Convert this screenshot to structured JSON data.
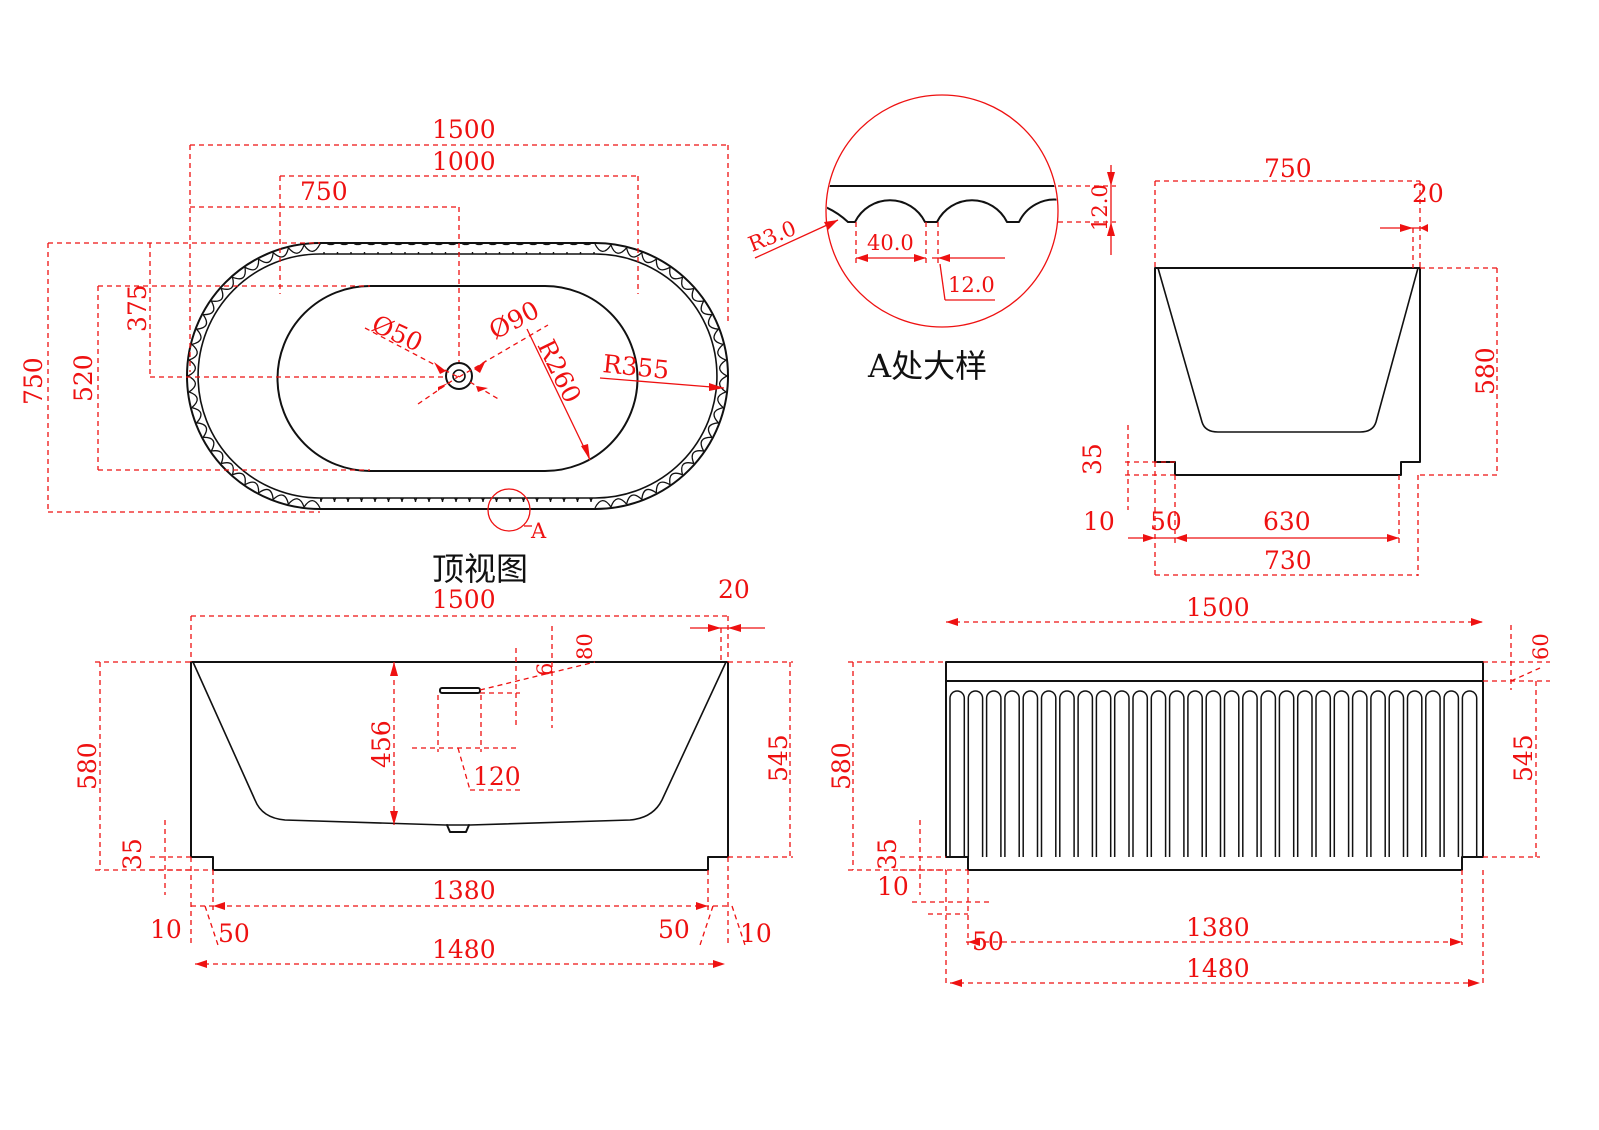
{
  "titles": {
    "top_view": "顶视图",
    "detail_a": "A处大样",
    "detail_marker": "A"
  },
  "top": {
    "d_1500": "1500",
    "d_1000": "1000",
    "d_750": "750",
    "d_750v": "750",
    "d_520": "520",
    "d_375": "375",
    "d_o50": "Ø50",
    "d_o90": "Ø90",
    "d_r260": "R260",
    "d_r355": "R355"
  },
  "detail": {
    "d_r30": "R3.0",
    "d_400": "40.0",
    "d_120a": "12.0",
    "d_120b": "12.0"
  },
  "end_view": {
    "d_750": "750",
    "d_20": "20",
    "d_580": "580",
    "d_35": "35",
    "d_10": "10",
    "d_50": "50",
    "d_630": "630",
    "d_730": "730"
  },
  "section": {
    "d_1500": "1500",
    "d_20": "20",
    "d_80": "80",
    "d_6": "6",
    "d_456": "456",
    "d_120": "120",
    "d_580": "580",
    "d_545": "545",
    "d_35": "35",
    "d_1380": "1380",
    "d_10l": "10",
    "d_50l": "50",
    "d_50r": "50",
    "d_10r": "10",
    "d_1480": "1480"
  },
  "side": {
    "d_1500": "1500",
    "d_60": "60",
    "d_580": "580",
    "d_545": "545",
    "d_35": "35",
    "d_10": "10",
    "d_50": "50",
    "d_1380": "1380",
    "d_1480": "1480"
  }
}
